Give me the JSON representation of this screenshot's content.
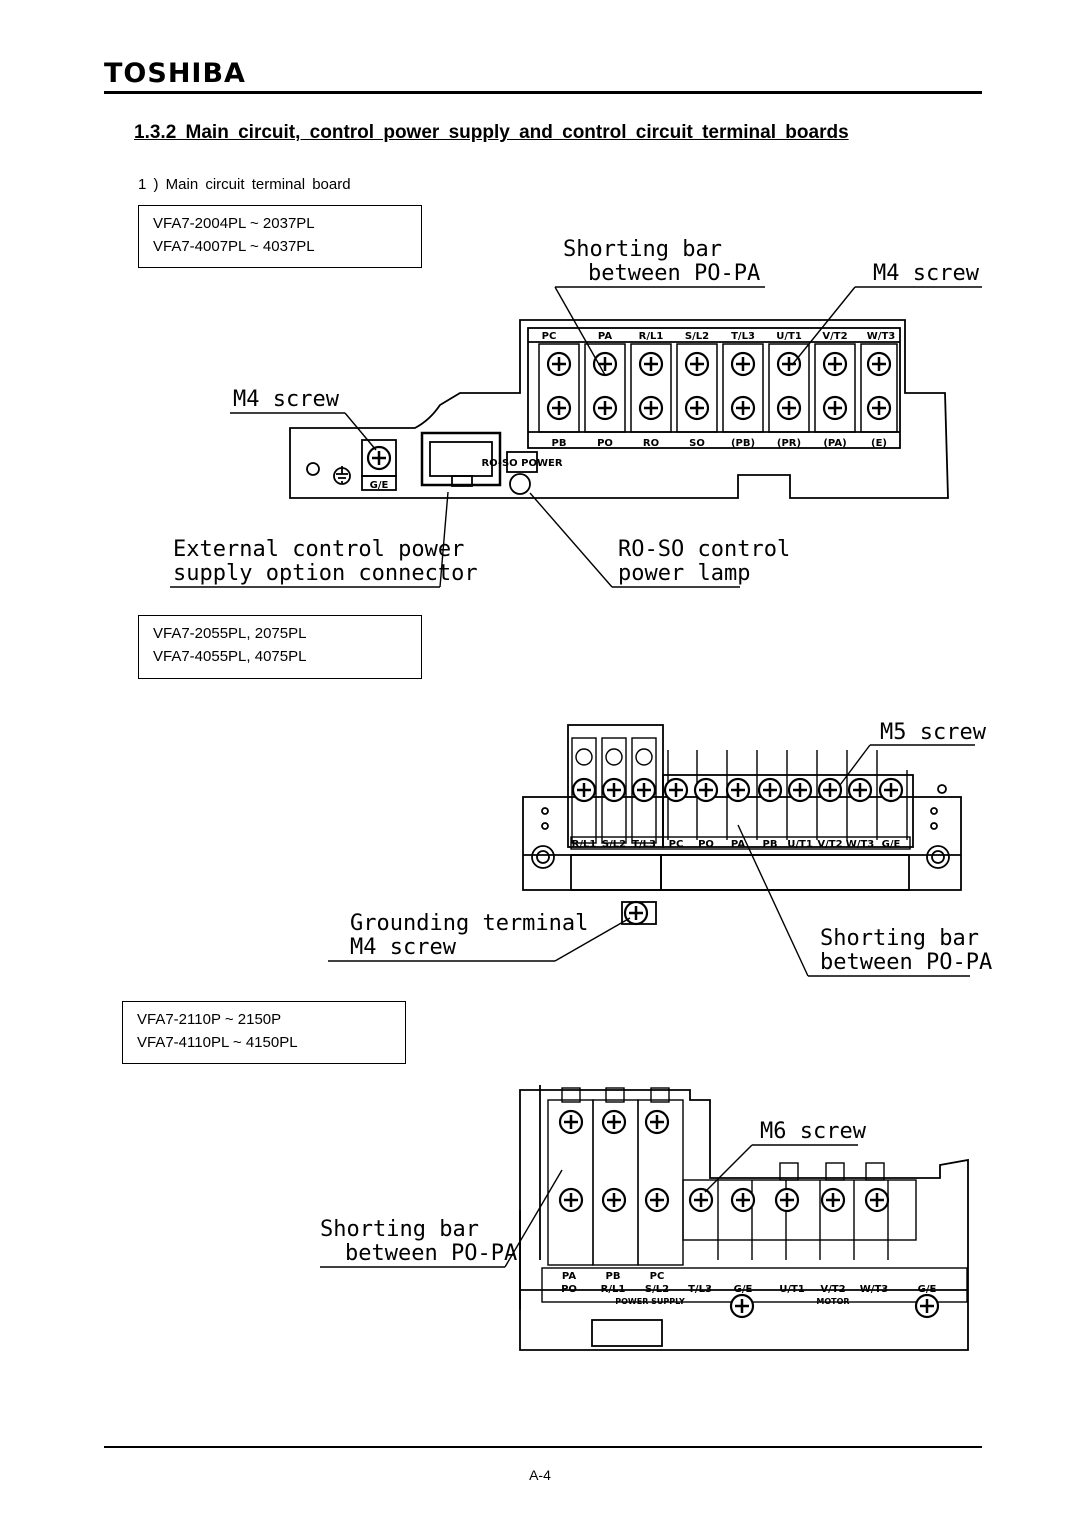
{
  "header": {
    "brand": "TOSHIBA"
  },
  "section": {
    "title": "1.3.2  Main  circuit,  control  power  supply  and  control  circuit  terminal  boards",
    "sub_heading": "1 ) Main  circuit  terminal  board"
  },
  "figure1": {
    "models": [
      "VFA7-2004PL ~ 2037PL",
      "VFA7-4007PL ~ 4037PL"
    ],
    "labels": {
      "shorting_bar_1": "Shorting bar",
      "shorting_bar_2": "between PO-PA",
      "m4_screw_top": "M4 screw",
      "m4_screw_left": "M4 screw",
      "ext_conn_1": "External control power",
      "ext_conn_2": "supply option connector",
      "lamp_1": "RO-SO control",
      "lamp_2": "power lamp",
      "ge": "G/E",
      "ro_so_power": "RO-SO POWER"
    },
    "top_terminals": [
      "PC",
      "PA",
      "R/L1",
      "S/L2",
      "T/L3",
      "U/T1",
      "V/T2",
      "W/T3"
    ],
    "bottom_terminals": [
      "PB",
      "PO",
      "RO",
      "SO",
      "(PB)",
      "(PR)",
      "(PA)",
      "(E)"
    ]
  },
  "figure2": {
    "models": [
      "VFA7-2055PL,  2075PL",
      "VFA7-4055PL,  4075PL"
    ],
    "labels": {
      "m5_screw": "M5 screw",
      "grounding_1": "Grounding terminal",
      "grounding_2": "M4 screw",
      "shorting_bar_1": "Shorting bar",
      "shorting_bar_2": "between PO-PA"
    },
    "terminals": [
      "R/L1",
      "S/L2",
      "T/L3",
      "PC",
      "PO",
      "PA",
      "PB",
      "U/T1",
      "V/T2",
      "W/T3",
      "G/E"
    ]
  },
  "figure3": {
    "models": [
      "VFA7-2110P ~ 2150P",
      "VFA7-4110PL ~ 4150PL"
    ],
    "labels": {
      "m6_screw": "M6 screw",
      "shorting_bar_1": "Shorting bar",
      "shorting_bar_2": "between PO-PA",
      "power_supply": "POWER SUPPLY",
      "motor": "MOTOR"
    },
    "upper_terminals": [
      "PA",
      "PB",
      "PC"
    ],
    "lower_terminals": [
      "PO",
      "R/L1",
      "S/L2",
      "T/L3",
      "G/E",
      "U/T1",
      "V/T2",
      "W/T3",
      "G/E"
    ]
  },
  "footer": {
    "page": "A-4"
  }
}
